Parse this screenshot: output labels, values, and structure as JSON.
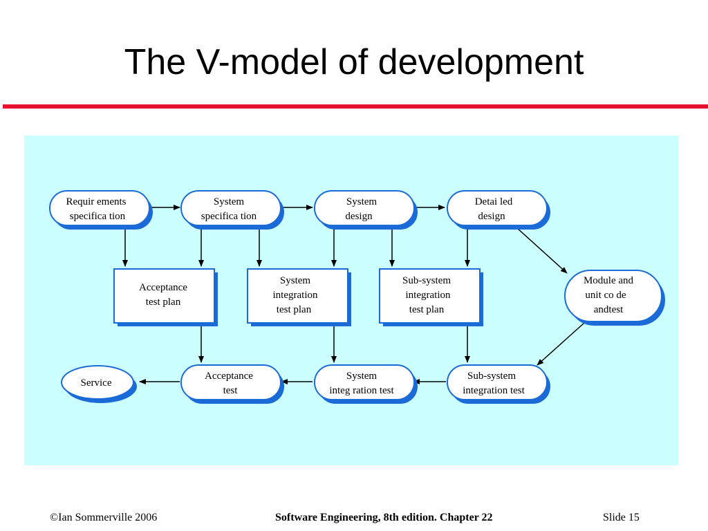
{
  "slide": {
    "title": "The V-model of development"
  },
  "diagram": {
    "requirements_spec": [
      "Requir ements",
      "specifica tion"
    ],
    "system_spec": [
      "System",
      "specifica tion"
    ],
    "system_design": [
      "System",
      "design"
    ],
    "detailed_design": [
      "Detai led",
      "design"
    ],
    "acceptance_test_plan": [
      "Acceptance",
      "test plan"
    ],
    "system_integration_test_plan": [
      "System",
      "integration",
      "test plan"
    ],
    "subsystem_integration_test_plan": [
      "Sub-system",
      "integration",
      "test plan"
    ],
    "module_unit_code": [
      "Module and",
      "unit co de",
      "andtest"
    ],
    "service": [
      "Service"
    ],
    "acceptance_test": [
      "Acceptance",
      "test"
    ],
    "system_integration_test": [
      "System",
      "integ ration test"
    ],
    "subsystem_integration_test": [
      "Sub-system",
      "integration test"
    ]
  },
  "footer": {
    "left": "©Ian Sommerville 2006",
    "center": "Software Engineering, 8th edition. Chapter 22",
    "right": "Slide  15"
  },
  "colors": {
    "accent_rule": "#e8102f",
    "panel_bg": "#ccffff",
    "node_border": "#1a6ad8",
    "node_shadow": "#1a6ad8"
  }
}
